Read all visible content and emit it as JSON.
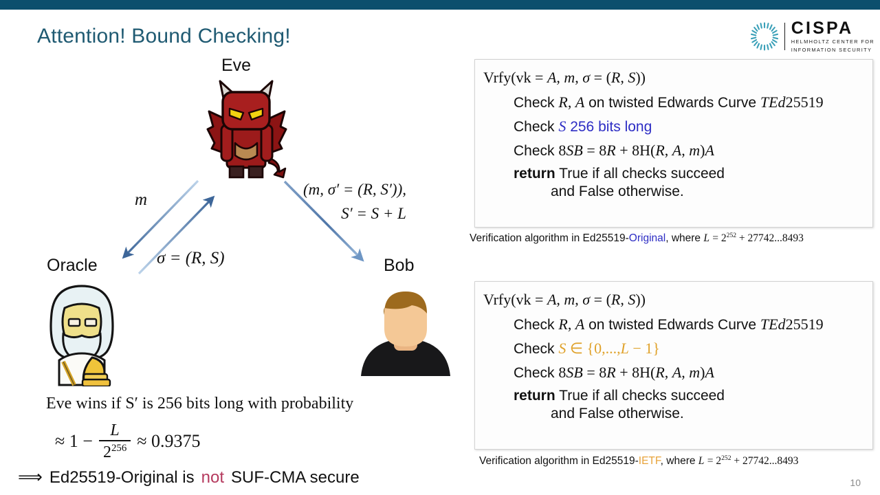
{
  "slide": {
    "title": "Attention! Bound Checking!",
    "page_number": "10",
    "accent_bar_color": "#0c4f6d",
    "title_color": "#1f5a72"
  },
  "logo": {
    "name": "CISPA",
    "subtitle_line1": "HELMHOLTZ CENTER FOR",
    "subtitle_line2": "INFORMATION SECURITY",
    "mark_icon": "cispa-circular-mark-icon"
  },
  "diagram": {
    "actors": [
      {
        "id": "eve",
        "label": "Eve",
        "icon": "devil-avatar-icon"
      },
      {
        "id": "oracle",
        "label": "Oracle",
        "icon": "bearded-oracle-avatar-icon"
      },
      {
        "id": "bob",
        "label": "Bob",
        "icon": "person-avatar-icon"
      }
    ],
    "arrow_labels": {
      "query": "m",
      "response": "σ = (R, S)",
      "forge_line1": "(m, σ′ = (R, S′)),",
      "forge_line2": "S′ = S + L"
    },
    "arrow_color": "#4a73a8"
  },
  "conclusion": {
    "line1": "Eve wins if S′ is 256 bits long with probability",
    "formula": {
      "lead": "≈ 1 −",
      "numerator": "L",
      "denominator_base": "2",
      "denominator_exp": "256",
      "tail": "≈ 0.9375"
    },
    "result_arrow": "⟹",
    "result_prefix": "Ed25519-Original is",
    "result_negation": "not",
    "result_suffix": "SUF-CMA secure",
    "negation_color": "#b53a5e"
  },
  "algorithms": [
    {
      "id": "original",
      "header_prefix": "Vrfy(vk = ",
      "header": "Vrfy(vk = A, m, σ = (R, S))",
      "lines": [
        {
          "text": "Check R, A on twisted Edwards Curve TEd25519",
          "highlight": "none"
        },
        {
          "text": "Check S 256 bits long",
          "highlight": "blue"
        },
        {
          "text": "Check 8SB = 8R + 8H(R, A, m)A",
          "highlight": "none"
        }
      ],
      "return_keyword": "return",
      "return_line1": "True if all checks succeed",
      "return_line2": "and False otherwise.",
      "caption_prefix": "Verification algorithm in Ed25519-",
      "caption_variant": "Original",
      "caption_suffix": ", where L = 2",
      "caption_exp": "252",
      "caption_tail": " + 27742...8493",
      "variant_color": "#2d2dc4"
    },
    {
      "id": "ietf",
      "header": "Vrfy(vk = A, m, σ = (R, S))",
      "lines": [
        {
          "text": "Check R, A on twisted Edwards Curve TEd25519",
          "highlight": "none"
        },
        {
          "text": "Check S ∈ {0,...,L − 1}",
          "highlight": "orange"
        },
        {
          "text": "Check 8SB = 8R + 8H(R, A, m)A",
          "highlight": "none"
        }
      ],
      "return_keyword": "return",
      "return_line1": "True if all checks succeed",
      "return_line2": "and False otherwise.",
      "caption_prefix": "Verification algorithm in Ed25519-",
      "caption_variant": "IETF",
      "caption_suffix": ", where L = 2",
      "caption_exp": "252",
      "caption_tail": " + 27742...8493",
      "variant_color": "#e8a33a"
    }
  ]
}
